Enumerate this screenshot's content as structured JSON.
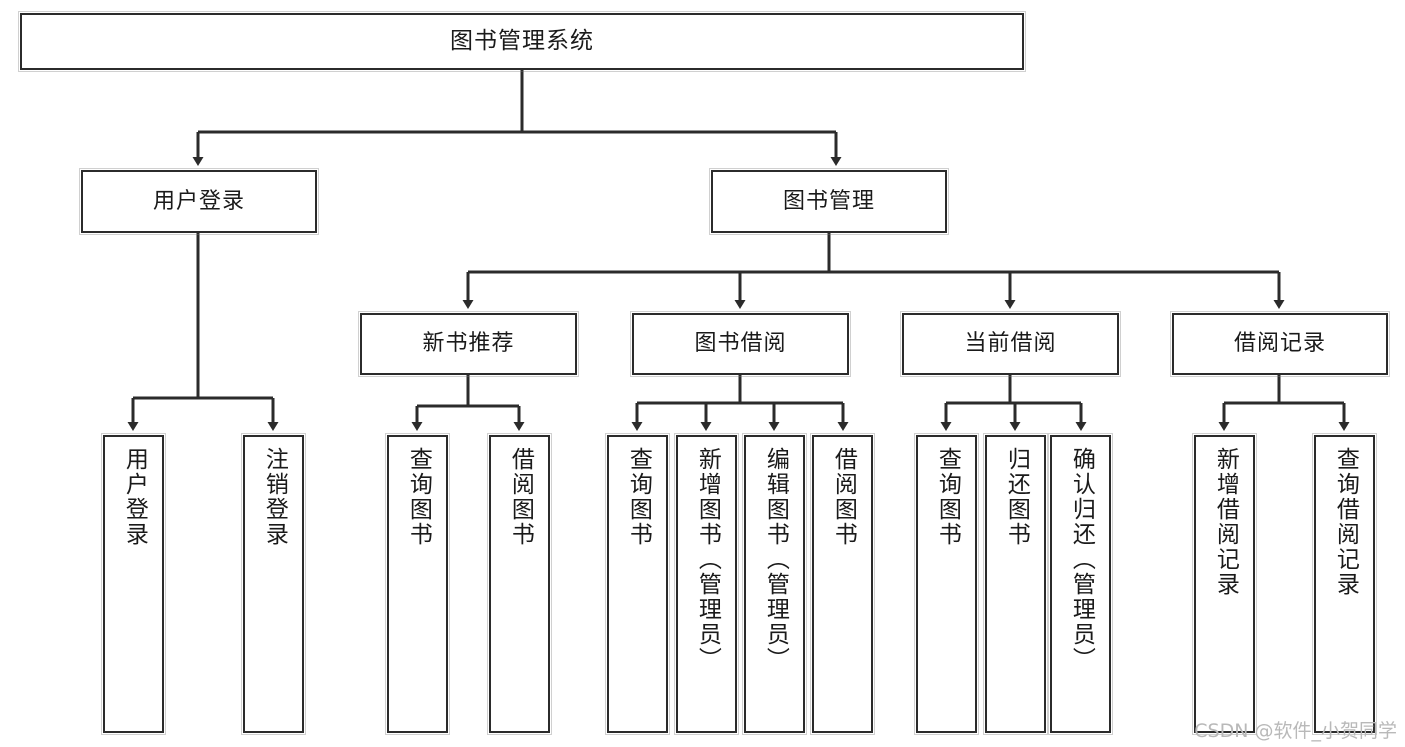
{
  "diagram": {
    "title": "图书管理系统",
    "type": "tree",
    "root": {
      "id": "root",
      "label": "图书管理系统"
    },
    "level2": [
      {
        "id": "user-login",
        "label": "用户登录"
      },
      {
        "id": "book-manage",
        "label": "图书管理"
      }
    ],
    "level3": [
      {
        "id": "new-book-recommend",
        "label": "新书推荐"
      },
      {
        "id": "book-borrow",
        "label": "图书借阅"
      },
      {
        "id": "current-borrow",
        "label": "当前借阅"
      },
      {
        "id": "borrow-record",
        "label": "借阅记录"
      }
    ],
    "leaves": [
      {
        "id": "leaf-user-login",
        "label": "用户登录",
        "parent": "用户登录"
      },
      {
        "id": "leaf-user-logout",
        "label": "注销登录",
        "parent": "用户登录"
      },
      {
        "id": "leaf-query-book-rec",
        "label": "查询图书",
        "parent": "新书推荐"
      },
      {
        "id": "leaf-borrow-book-rec",
        "label": "借阅图书",
        "parent": "新书推荐"
      },
      {
        "id": "leaf-query-book-borrow",
        "label": "查询图书",
        "parent": "图书借阅"
      },
      {
        "id": "leaf-add-book",
        "label": "新增图书（管理员）",
        "parent": "图书借阅"
      },
      {
        "id": "leaf-edit-book",
        "label": "编辑图书（管理员）",
        "parent": "图书借阅"
      },
      {
        "id": "leaf-borrow-book",
        "label": "借阅图书",
        "parent": "图书借阅"
      },
      {
        "id": "leaf-query-book-current",
        "label": "查询图书",
        "parent": "当前借阅"
      },
      {
        "id": "leaf-return-book",
        "label": "归还图书",
        "parent": "当前借阅"
      },
      {
        "id": "leaf-confirm-return",
        "label": "确认归还（管理员）",
        "parent": "当前借阅"
      },
      {
        "id": "leaf-add-borrow-record",
        "label": "新增借阅记录",
        "parent": "借阅记录"
      },
      {
        "id": "leaf-query-borrow-record",
        "label": "查询借阅记录",
        "parent": "借阅记录"
      }
    ],
    "watermark": "CSDN @软件_小贺同学",
    "colors": {
      "box_border": "#2b2b2b",
      "box_fill": "#ffffff",
      "connector": "#2b2b2b",
      "text": "#1a1a1a",
      "watermark": "#b9b9b9"
    }
  }
}
